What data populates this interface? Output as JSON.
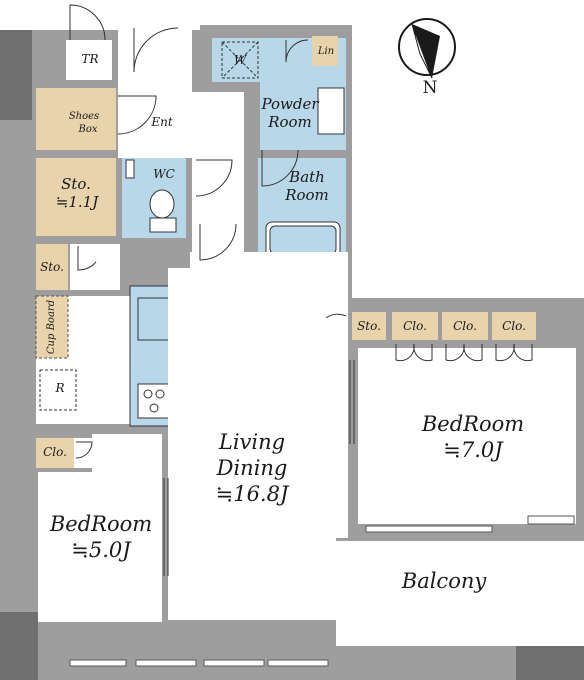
{
  "rooms": {
    "tr": "TR",
    "ent": "Ent",
    "shoes_box": [
      "Shoes",
      "Box"
    ],
    "wc": "WC",
    "washer": "W",
    "linen": "Lin",
    "powder_room": [
      "Powder",
      "Room"
    ],
    "bath_room": [
      "Bath",
      "Room"
    ],
    "storage_1": [
      "Sto.",
      "≒1.1J"
    ],
    "storage_2": "Sto.",
    "storage_3": "Sto.",
    "cupboard": "Cup Board",
    "refrigerator": "R",
    "closet_left": "Clo.",
    "closets_right": [
      "Clo.",
      "Clo.",
      "Clo."
    ],
    "living_dining": [
      "Living",
      "Dining",
      "≒16.8J"
    ],
    "bedroom_large": [
      "BedRoom",
      "≒7.0J"
    ],
    "bedroom_small": [
      "BedRoom",
      "≒5.0J"
    ],
    "balcony": "Balcony"
  },
  "compass": {
    "label": "N"
  },
  "colors": {
    "wall": "#9e9e9e",
    "storage": "#e8d3ad",
    "wet_area": "#b8d8ea",
    "room": "#ffffff"
  }
}
